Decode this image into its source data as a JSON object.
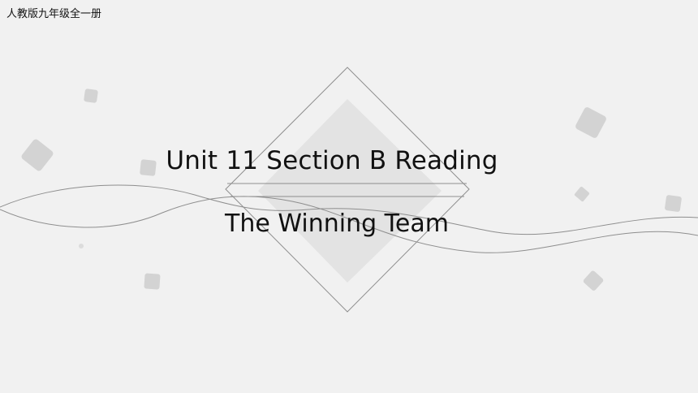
{
  "slide": {
    "textbook_label": "人教版九年级全一册",
    "title": "Unit 11 Section B Reading",
    "subtitle": "The Winning Team"
  },
  "colors": {
    "background": "#f1f1f1",
    "inner_diamond": "#e2e2e2",
    "line": "#8a8a8a",
    "square": "#d3d3d3"
  }
}
